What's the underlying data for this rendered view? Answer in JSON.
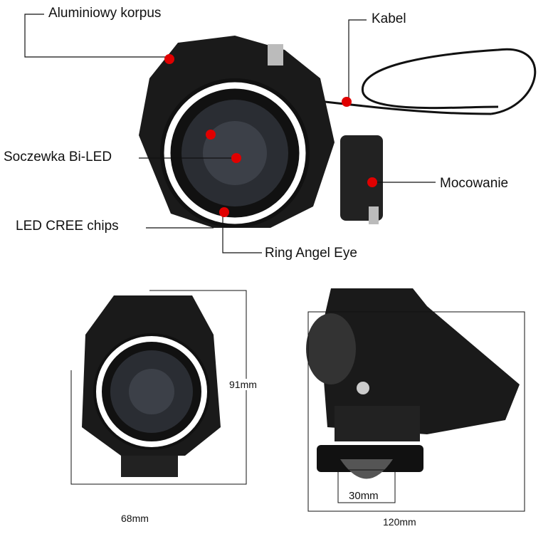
{
  "labels": {
    "body": "Aluminiowy korpus",
    "cable": "Kabel",
    "lens": "Soczewka Bi-LED",
    "mount": "Mocowanie",
    "chips": "LED CREE chips",
    "ring": "Ring Angel Eye"
  },
  "dimensions": {
    "height": "91mm",
    "width": "68mm",
    "length": "120mm",
    "clamp_value": "30",
    "clamp_unit": "mm"
  },
  "colors": {
    "marker": "#e00000",
    "housing": "#1a1a1a",
    "ring": "#ffffff"
  }
}
